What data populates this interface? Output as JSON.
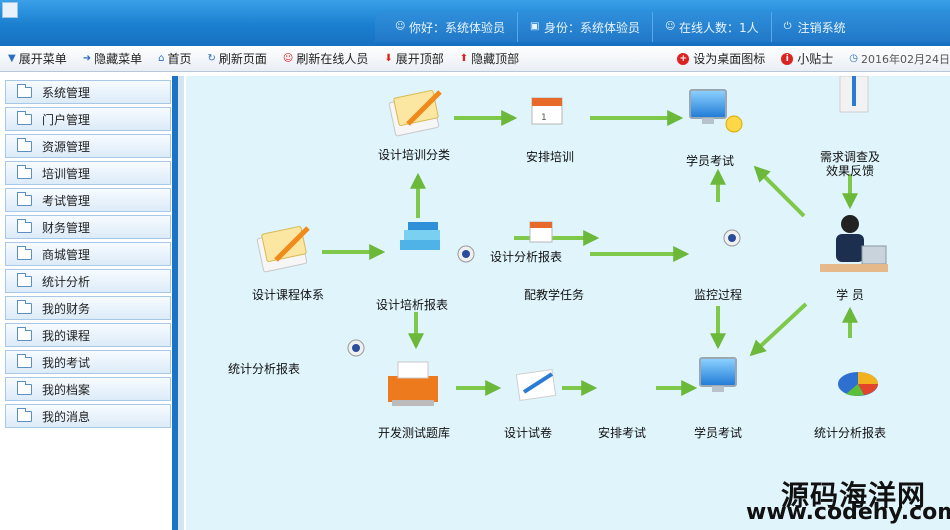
{
  "header": {
    "greeting": "你好：系统体验员",
    "identity": "身份：系统体验员",
    "online": "在线人数：1人",
    "logout": "注销系统"
  },
  "toolbar": {
    "expand_menu": "展开菜单",
    "hide_menu": "隐藏菜单",
    "home": "首页",
    "refresh_page": "刷新页面",
    "refresh_online": "刷新在线人员",
    "expand_top": "展开顶部",
    "hide_top": "隐藏顶部",
    "set_desktop_icon": "设为桌面图标",
    "tips": "小贴士",
    "date": "2016年02月24日"
  },
  "sidebar": {
    "items": [
      {
        "label": "系统管理"
      },
      {
        "label": "门户管理"
      },
      {
        "label": "资源管理"
      },
      {
        "label": "培训管理"
      },
      {
        "label": "考试管理"
      },
      {
        "label": "财务管理"
      },
      {
        "label": "商城管理"
      },
      {
        "label": "统计分析"
      },
      {
        "label": "我的财务"
      },
      {
        "label": "我的课程"
      },
      {
        "label": "我的考试"
      },
      {
        "label": "我的档案"
      },
      {
        "label": "我的消息"
      }
    ]
  },
  "diagram": {
    "design_curriculum": "设计课程体系",
    "design_training_category": "设计培训分类",
    "arrange_training": "安排培训",
    "student_exam_top": "学员考试",
    "needs_survey_line1": "需求调查及",
    "needs_survey_line2": "效果反馈",
    "design_analysis_report": "设计培析报表",
    "design_analysis_report_overlap": "设计分析报表",
    "assign_teaching": "配教学任务",
    "monitor_process": "监控过程",
    "student": "学 员",
    "stat_report_left": "统计分析报表",
    "develop_question_bank": "开发测试题库",
    "design_paper": "设计试卷",
    "arrange_exam": "安排考试",
    "student_exam_bottom": "学员考试",
    "stat_report_right": "统计分析报表"
  },
  "watermark": {
    "cn": "源码海洋网",
    "url": "www.codehy.com"
  },
  "colors": {
    "banner": "#1b7fd0",
    "arrow": "#7ec84a",
    "canvas": "#dff4fb"
  }
}
